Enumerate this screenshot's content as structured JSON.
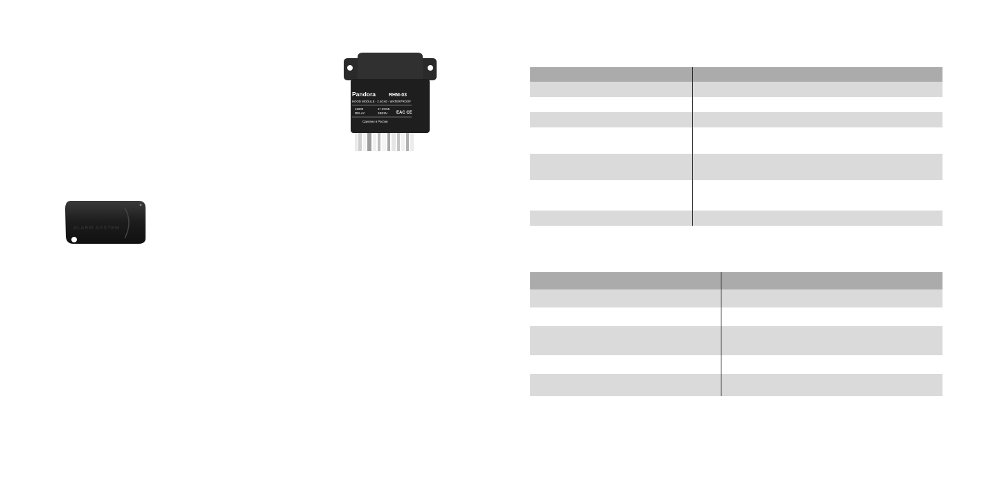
{
  "module": {
    "brand": "Pandora",
    "model": "RHM-03",
    "subtitle": "HOOD MODULE - 2.4GHz - WATERPROOF",
    "spec_left_1": "11000",
    "spec_left_2": "RELAY",
    "spec_right_1": "1*-CC55",
    "spec_right_2": "1B81N",
    "origin": "Сделано в России",
    "marks": "EAC CE"
  },
  "keyfob": {
    "imprint": "ALARM SYSTEM"
  },
  "table_1": {
    "header": [
      "",
      ""
    ],
    "rows": [
      {
        "label": "",
        "value": ""
      },
      {
        "label": "",
        "value": ""
      },
      {
        "label": "",
        "value": ""
      },
      {
        "label": "",
        "value": ""
      },
      {
        "label": "",
        "value": ""
      },
      {
        "label": "",
        "value": ""
      },
      {
        "label": "",
        "value": ""
      }
    ]
  },
  "table_2": {
    "header": [
      "",
      ""
    ],
    "rows": [
      {
        "label": "",
        "value": ""
      },
      {
        "label": "",
        "value": ""
      },
      {
        "label": "",
        "value": ""
      },
      {
        "label": "",
        "value": ""
      },
      {
        "label": "",
        "value": ""
      }
    ]
  }
}
